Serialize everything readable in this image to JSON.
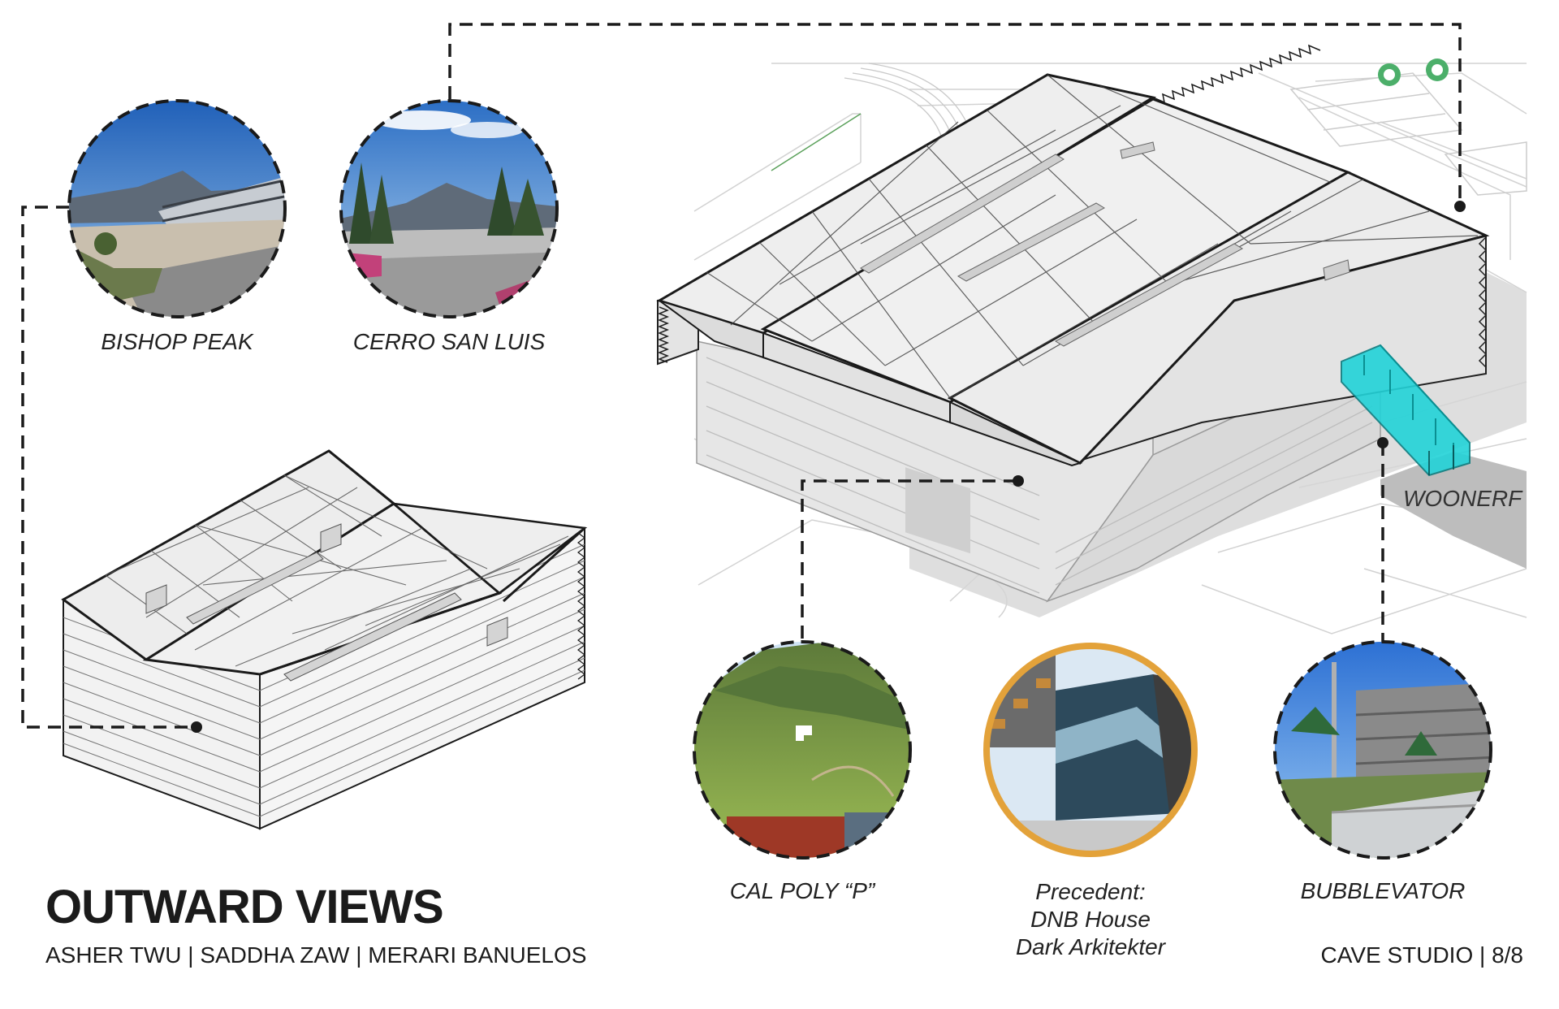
{
  "title": "OUTWARD VIEWS",
  "authors": "ASHER TWU | SADDHA ZAW | MERARI BANUELOS",
  "studio": "CAVE STUDIO | 8/8",
  "site_label": "WOONERF",
  "views": [
    {
      "id": "bishop-peak",
      "caption_lines": [
        "BISHOP PEAK"
      ]
    },
    {
      "id": "cerro-san-luis",
      "caption_lines": [
        "CERRO SAN LUIS"
      ]
    },
    {
      "id": "cal-poly-p",
      "caption_lines": [
        "CAL POLY “P”"
      ]
    },
    {
      "id": "precedent",
      "caption_lines": [
        "Precedent:",
        "DNB House",
        "Dark Arkitekter"
      ]
    },
    {
      "id": "bubblevator",
      "caption_lines": [
        "BUBBLEVATOR"
      ]
    }
  ],
  "colors": {
    "accent_cyan": "#22d3d8",
    "precedent_ring": "#e3a23a",
    "roof_fill": "#eeeeee",
    "line": "#1a1a1a"
  }
}
